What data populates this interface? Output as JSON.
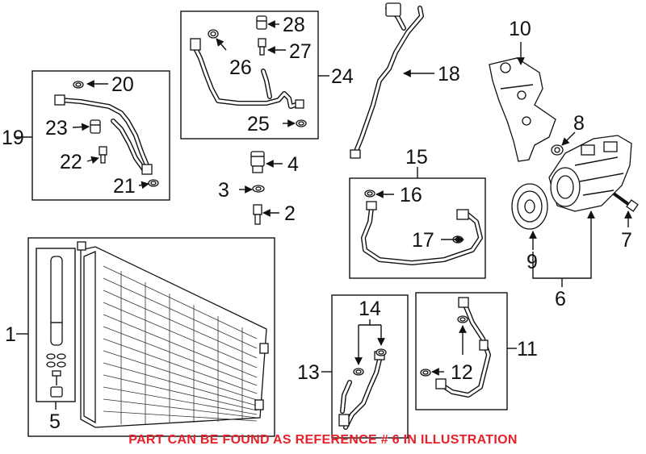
{
  "callouts": {
    "c1": "1",
    "c2": "2",
    "c3": "3",
    "c4": "4",
    "c5": "5",
    "c6": "6",
    "c7": "7",
    "c8": "8",
    "c9": "9",
    "c10": "10",
    "c11": "11",
    "c12": "12",
    "c13": "13",
    "c14": "14",
    "c15": "15",
    "c16": "16",
    "c17": "17",
    "c18": "18",
    "c19": "19",
    "c20": "20",
    "c21": "21",
    "c22": "22",
    "c23": "23",
    "c24": "24",
    "c25": "25",
    "c26": "26",
    "c27": "27",
    "c28": "28"
  },
  "note": "PART CAN BE FOUND AS REFERENCE # 6 IN ILLUSTRATION",
  "colors": {
    "note": "#e8202a",
    "line": "#111111"
  }
}
